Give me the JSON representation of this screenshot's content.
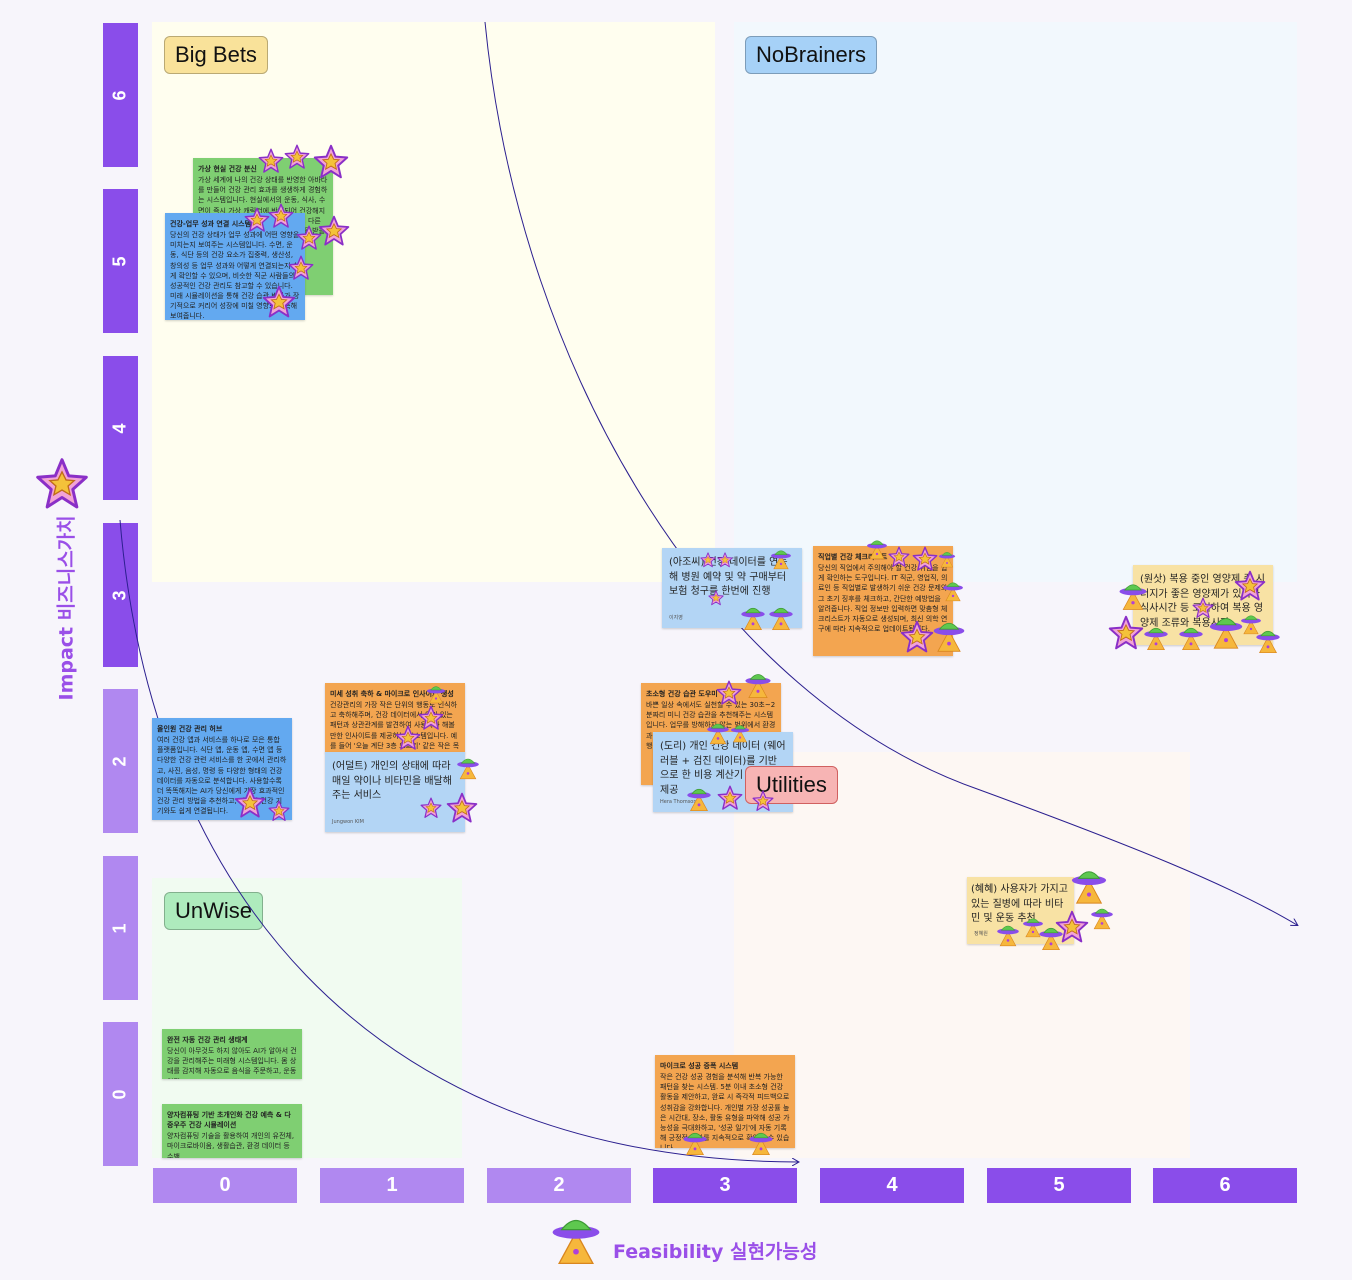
{
  "zones": {
    "big_bets": {
      "label": "Big Bets",
      "color": "#fffeef",
      "label_bg": "#f9e29a"
    },
    "no_brainers": {
      "label": "NoBrainers",
      "color": "#f2f8fd",
      "label_bg": "#a6d1f7"
    },
    "utilities": {
      "label": "Utilities",
      "color": "#fdf7f3",
      "label_bg": "#f7b4b4"
    },
    "unwise": {
      "label": "UnWise",
      "color": "#f1fbf1",
      "label_bg": "#aeebbd"
    }
  },
  "axes": {
    "y_title": "Impact 비즈니스가치",
    "x_title": "Feasibility 실현가능성",
    "y_ticks": [
      "6",
      "5",
      "4",
      "3",
      "2",
      "1",
      "0"
    ],
    "x_ticks": [
      "0",
      "1",
      "2",
      "3",
      "4",
      "5",
      "6"
    ]
  },
  "colors": {
    "axis_dark": "#8a4dea",
    "axis_light": "#b088f0",
    "curve": "#2b1f8f"
  },
  "icons": {
    "impact_marker": "star-icon",
    "feasibility_marker": "ufo-icon"
  },
  "notes": {
    "virtual_health_avatar": {
      "title": "가상 현실 건강 분신",
      "body": "가상 세계에 나의 건강 상태를 반영한 아바타를 만들어 건강 관리 효과를 생생하게 경험하는 시스템입니다. 현실에서의 운동, 식사, 수면이 즉시 가상 캐릭터에 반영되어 건강해지는 모습을 확인하며 동기부여를 얻고, 다른 사용자와 함께 목표를 달성하고 보상을 받을 수 있습니다."
    },
    "health_work_link": {
      "title": "건강-업무 성과 연결 시스템",
      "body": "당신의 건강 상태가 업무 성과에 어떤 영향을 미치는지 보여주는 시스템입니다. 수면, 운동, 식단 등의 건강 요소가 집중력, 생산성, 창의성 등 업무 성과와 어떻게 연결되는지 쉽게 확인할 수 있으며, 비슷한 직군 사람들의 성공적인 건강 관리도 참고할 수 있습니다. 미래 시뮬레이션을 통해 건강 습관 변화가 장기적으로 커리어 성장에 미칠 영향도 예측해 보여줍니다."
    },
    "micro_success": {
      "title": "미세 성취 축하 & 마이크로 인사이트 생성",
      "body": "건강관리의 가장 작은 단위의 행동도 인식하고 축하해주며, 건강 데이터에서 의미 있는 패턴과 상관관계를 발견하여 사용자가 해볼 만한 인사이트를 제공하는 시스템입니다. 예를 들어 '오늘 계단 3층 오르기' 같은 작은 목표를 달성했..."
    },
    "all_in_one": {
      "title": "올인원 건강 관리 허브",
      "body": "여러 건강 앱과 서비스를 하나로 모은 통합 플랫폼입니다. 식단 앱, 운동 앱, 수면 앱 등 다양한 건강 관련 서비스를 한 곳에서 관리하고, 사진, 음성, 명령 등 다양한 형태의 건강 데이터를 자동으로 분석합니다. 사용할수록 더 똑똑해지는 AI가 당신에게 가장 효과적인 건강 관리 방법을 추천하고, 다양한 건강 기기와도 쉽게 연결됩니다."
    },
    "elder_supplement": {
      "body": "(어덜트) 개인의 상태에 따라 매일 약이나 비타민을 배달해주는 서비스",
      "author": "Jungwon KIM"
    },
    "hospital_booking": {
      "body": "(아조씨) 건강 데이터를 연동해 병원 예약 및 약 구매부터 보험 청구를 한번에 진행",
      "author": "이지영"
    },
    "job_checklist": {
      "title": "직업별 건강 체크리스트",
      "body": "당신의 직업에서 주의해야 할 건강 위험을 쉽게 확인하는 도구입니다. IT 직군, 영업직, 의료인 등 직업별로 발생하기 쉬운 건강 문제와 그 초기 징후를 체크하고, 간단한 예방법을 알려줍니다. 직업 정보만 입력하면 맞춤형 체크리스트가 자동으로 생성되며, 최신 의학 연구에 따라 지속적으로 업데이트됩니다."
    },
    "tiny_habit": {
      "title": "초소형 건강 습관 도우미",
      "body": "바쁜 일상 속에서도 실천할 수 있는 30초~2분짜리 미니 건강 습관을 추천해주는 시스템입니다. 업무를 방해하지 않는 범위에서 환경과 상황에 맞는 짧은 습관을 제안하여, 작은 행동이 모여 큰 변화를 만들도록 돕습니다."
    },
    "wearable_calc": {
      "body": "(도리) 개인 건강 데이터 (웨어러블 + 검진 데이터)를 기반으로 한 비용 계산기 서비스 제공",
      "author": "Hera Thomson"
    },
    "supplement_rec": {
      "body": "(원삿) 복용 중인 영양제 중 시너지가 좋은 영양제가 있거나 식사시간 등 고려하여 복용 영양제 조류와 복용시간",
      "author": ""
    },
    "disease_rec": {
      "body": "(혜혜) 사용자가 가지고 있는 질병에 따라 비타민 및 운동 추천",
      "author": "정혜원"
    },
    "auto_ecosystem": {
      "title": "완전 자동 건강 관리 생태계",
      "body": "당신이 아무것도 하지 않아도 AI가 알아서 건강을 관리해주는 미래형 시스템입니다. 몸 상태를 감지해 자동으로 음식을 주문하고, 운동 일정..."
    },
    "quantum_sim": {
      "title": "양자컴퓨팅 기반 초개인화 건강 예측 & 다중우주 건강 시뮬레이션",
      "body": "양자컴퓨팅 기술을 활용하여 개인의 유전체, 마이크로바이옴, 생활습관, 환경 데이터 등 수백..."
    },
    "micro_success_pattern": {
      "title": "마이크로 성공 증폭 시스템",
      "body": "작은 건강 성공 경험을 분석해 반복 가능한 패턴을 찾는 시스템. 5분 이내 초소형 건강 활동을 제안하고, 완료 시 즉각적 피드백으로 성취감을 강화합니다. 개인별 가장 성공률 높은 시간대, 장소, 활동 유형을 파악해 성공 가능성을 극대화하고, '성공 일기'에 자동 기록해 긍정적 변화를 지속적으로 확인할 수 있습니다."
    }
  }
}
